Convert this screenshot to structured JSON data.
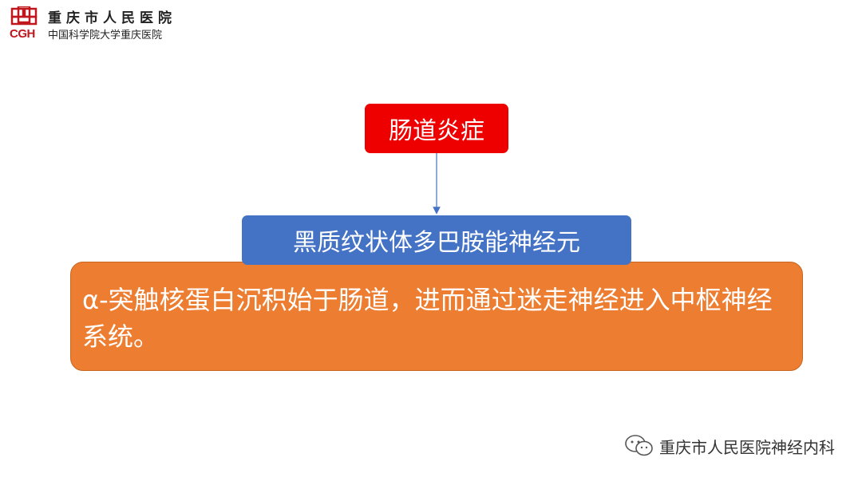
{
  "header": {
    "logo_abbr": "CGH",
    "hospital_name": "重庆市人民医院",
    "university_line": "中国科学院大学重庆医院"
  },
  "diagram": {
    "top_box": "肠道炎症",
    "middle_box": "黑质纹状体多巴胺能神经元",
    "bottom_box": "α-突触核蛋白沉积始于肠道，进而通过迷走神经进入中枢神经系统。"
  },
  "watermark": {
    "icon": "wechat-icon",
    "text": "重庆市人民医院神经内科"
  },
  "colors": {
    "red_box": "#ee0000",
    "blue_box": "#4472c4",
    "orange_box": "#ed7d31",
    "logo_red": "#c0161d"
  }
}
